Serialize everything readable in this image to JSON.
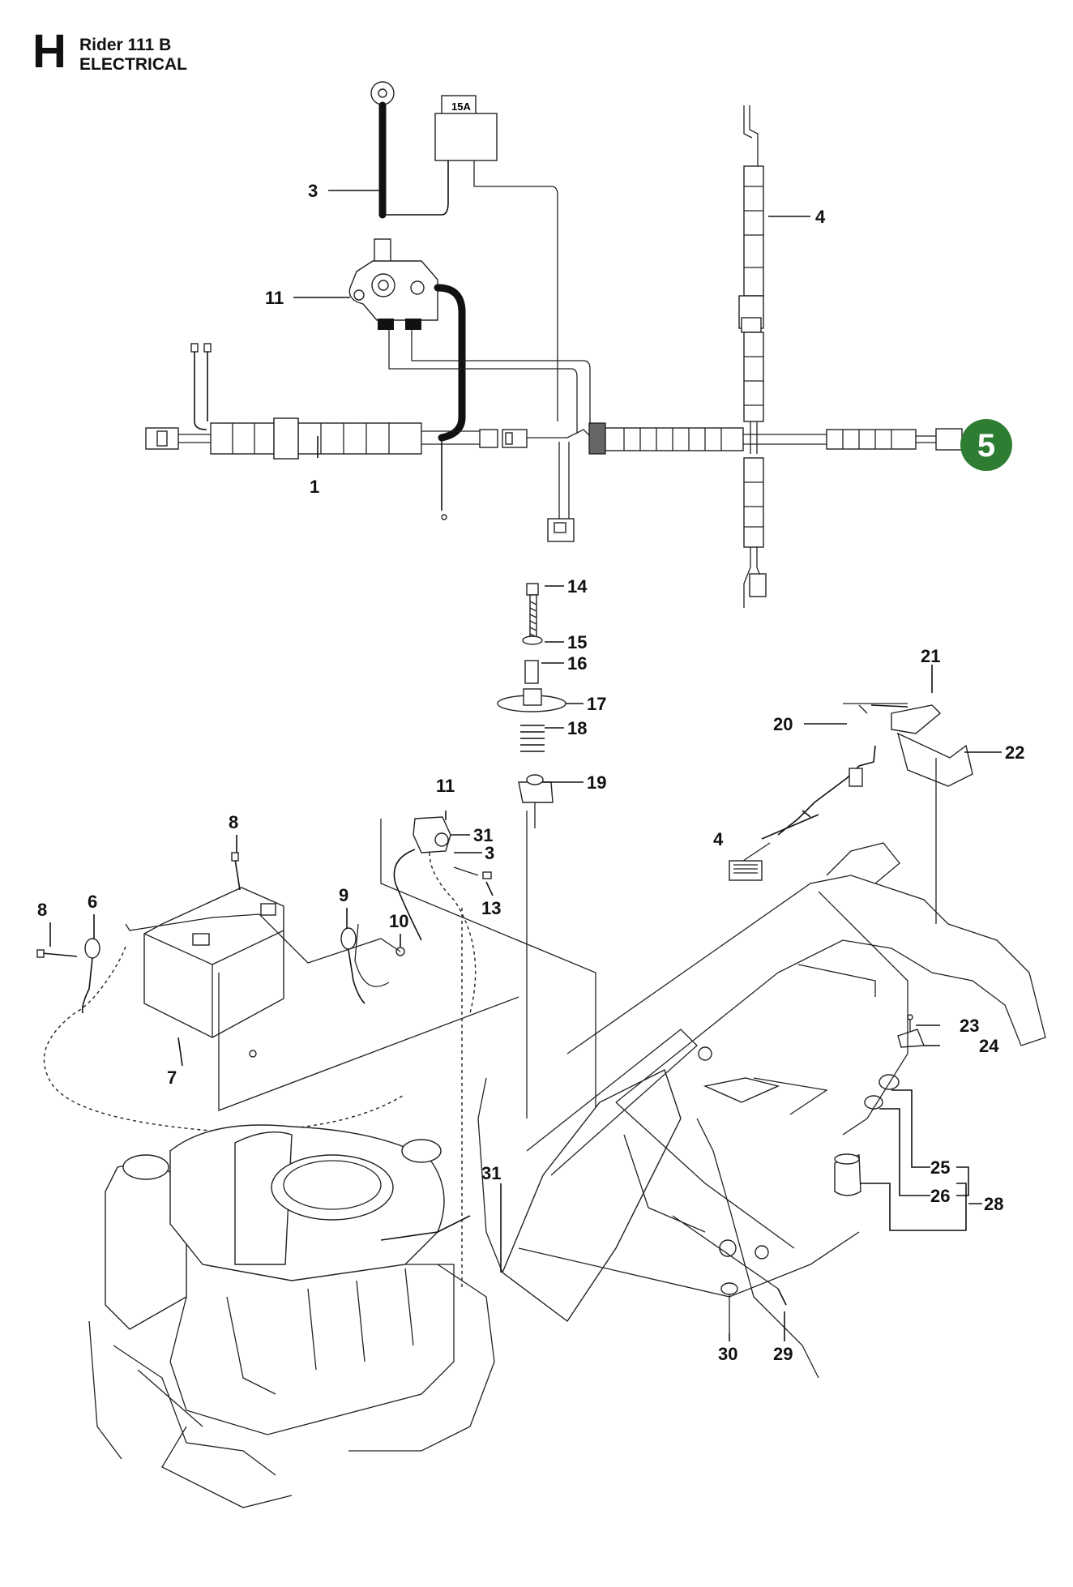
{
  "header": {
    "section_letter": "H",
    "model": "Rider 111 B",
    "section_title": "ELECTRICAL"
  },
  "fuse_rating": "15A",
  "callout_badge": {
    "number": "5",
    "color": "#2e7d32"
  },
  "part_labels": [
    "1",
    "3",
    "4",
    "11",
    "14",
    "15",
    "16",
    "17",
    "18",
    "19",
    "11",
    "31",
    "3",
    "13",
    "8",
    "8",
    "6",
    "9",
    "10",
    "7",
    "4",
    "20",
    "21",
    "22",
    "23",
    "24",
    "25",
    "26",
    "28",
    "31",
    "30",
    "29"
  ],
  "colors": {
    "line": "#111111",
    "badge": "#2e7d32",
    "background": "#ffffff"
  }
}
